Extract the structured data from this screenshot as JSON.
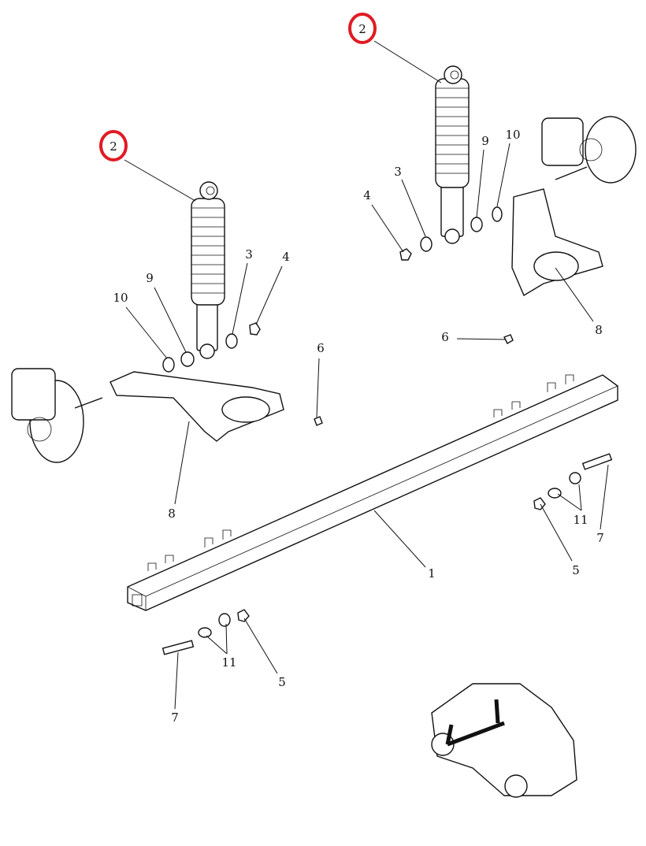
{
  "diagram": {
    "title": "Rear axle and suspension exploded view",
    "highlight_color": "#e01b24",
    "callouts": {
      "shock_absorber_right": "2",
      "shock_absorber_left": "2",
      "washer_right": "3",
      "nut_right": "4",
      "bush_right": "9",
      "lock_washer_right": "10",
      "arm_right": "8",
      "screw_right": "6",
      "washer_left": "3",
      "nut_left": "4",
      "bush_left": "9",
      "lock_washer_left": "10",
      "screw_left": "6",
      "arm_left": "8",
      "axle_beam": "1",
      "washers_right": "11",
      "bolt_right": "7",
      "nut_lower_right": "5",
      "washers_left": "11",
      "nut_lower_left": "5",
      "bolt_left": "7"
    }
  }
}
